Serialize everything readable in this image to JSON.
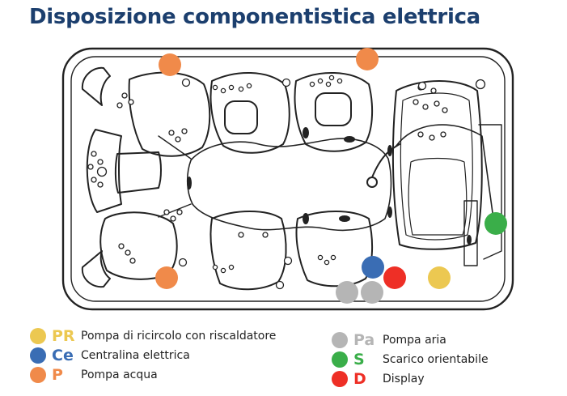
{
  "title": "Disposizione componentistica elettrica",
  "colors": {
    "title": "#1c3f6e",
    "pr": "#ecc851",
    "ce": "#3a6db4",
    "p": "#f08a4a",
    "pa": "#b5b5b5",
    "s": "#3aae49",
    "d": "#ee2f26",
    "line": "#222222"
  },
  "legend": [
    {
      "code": "PR",
      "label": "Pompa di ricircolo con riscaldatore",
      "color": "#ecc851",
      "icon": "circle"
    },
    {
      "code": "Ce",
      "label": "Centralina elettrica",
      "color": "#3a6db4",
      "icon": "circle"
    },
    {
      "code": "P",
      "label": "Pompa acqua",
      "color": "#f08a4a",
      "icon": "circle"
    },
    {
      "code": "Pa",
      "label": "Pompa aria",
      "color": "#b5b5b5",
      "icon": "circle"
    },
    {
      "code": "S",
      "label": "Scarico orientabile",
      "color": "#3aae49",
      "icon": "circle"
    },
    {
      "code": "D",
      "label": "Display",
      "color": "#ee2f26",
      "icon": "circle"
    }
  ],
  "markers": [
    {
      "id": "pompa-acqua-top-left",
      "type": "P"
    },
    {
      "id": "pompa-acqua-top-right",
      "type": "P"
    },
    {
      "id": "pompa-acqua-bottom-left",
      "type": "P"
    },
    {
      "id": "centralina",
      "type": "Ce"
    },
    {
      "id": "display",
      "type": "D"
    },
    {
      "id": "pompa-ricircolo",
      "type": "PR"
    },
    {
      "id": "scarico",
      "type": "S"
    },
    {
      "id": "pompa-aria-1",
      "type": "Pa"
    },
    {
      "id": "pompa-aria-2",
      "type": "Pa"
    }
  ]
}
